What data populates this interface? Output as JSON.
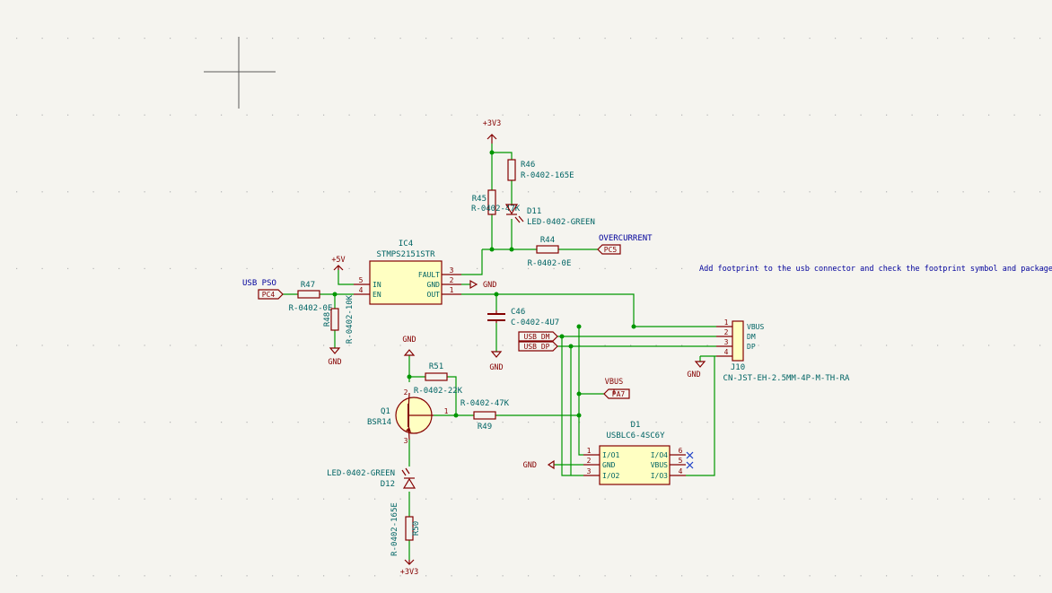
{
  "schematic": {
    "note": "Add footprint to the usb connector and check the footprint symbol and package of Q1",
    "ic4": {
      "ref": "IC4",
      "value": "STMPS2151STR",
      "pins": [
        {
          "num": "5",
          "name": "IN"
        },
        {
          "num": "4",
          "name": "EN"
        },
        {
          "num": "3",
          "name": "FAULT"
        },
        {
          "num": "2",
          "name": "GND"
        },
        {
          "num": "1",
          "name": "OUT"
        }
      ]
    },
    "resistors": {
      "r44": {
        "ref": "R44",
        "value": "R-0402-0E"
      },
      "r45": {
        "ref": "R45",
        "value": "R-0402-47K"
      },
      "r46": {
        "ref": "R46",
        "value": "R-0402-165E"
      },
      "r47": {
        "ref": "R47",
        "value": "R-0402-0E"
      },
      "r48": {
        "ref": "R48",
        "value": "R-0402-10K"
      },
      "r49": {
        "ref": "R49",
        "value": "R-0402-47K"
      },
      "r50": {
        "ref": "R50",
        "value": "R-0402-165E"
      },
      "r51": {
        "ref": "R51",
        "value": "R-0402-22K"
      }
    },
    "c46": {
      "ref": "C46",
      "value": "C-0402-4U7"
    },
    "d11": {
      "ref": "D11",
      "value": "LED-0402-GREEN"
    },
    "d12": {
      "ref": "D12",
      "value": "LED-0402-GREEN"
    },
    "q1": {
      "ref": "Q1",
      "value": "BSR14",
      "pins": [
        "1",
        "2",
        "3"
      ]
    },
    "j10": {
      "ref": "J10",
      "value": "CN-JST-EH-2.5MM-4P-M-TH-RA",
      "pins": [
        {
          "num": "1",
          "name": "VBUS"
        },
        {
          "num": "2",
          "name": "DM"
        },
        {
          "num": "3",
          "name": "DP"
        },
        {
          "num": "4",
          "name": ""
        }
      ]
    },
    "d1": {
      "ref": "D1",
      "value": "USBLC6-4SC6Y",
      "left_pins": [
        {
          "num": "1",
          "name": "I/O1"
        },
        {
          "num": "2",
          "name": "GND"
        },
        {
          "num": "3",
          "name": "I/O2"
        }
      ],
      "right_pins": [
        {
          "num": "6",
          "name": "I/O4"
        },
        {
          "num": "5",
          "name": "VBUS"
        },
        {
          "num": "4",
          "name": "I/O3"
        }
      ]
    },
    "power": {
      "v3v3": "+3V3",
      "v5": "+5V",
      "gnd": "GND",
      "vbus": "VBUS"
    },
    "labels": {
      "usb_pso": "USB PSO",
      "overcurrent": "OVERCURRENT"
    },
    "global_labels": {
      "pc4": "PC4",
      "pc5": "PC5",
      "pa7": "PA7",
      "usb_dm": "USB_DM",
      "usb_dp": "USB_DP"
    }
  }
}
